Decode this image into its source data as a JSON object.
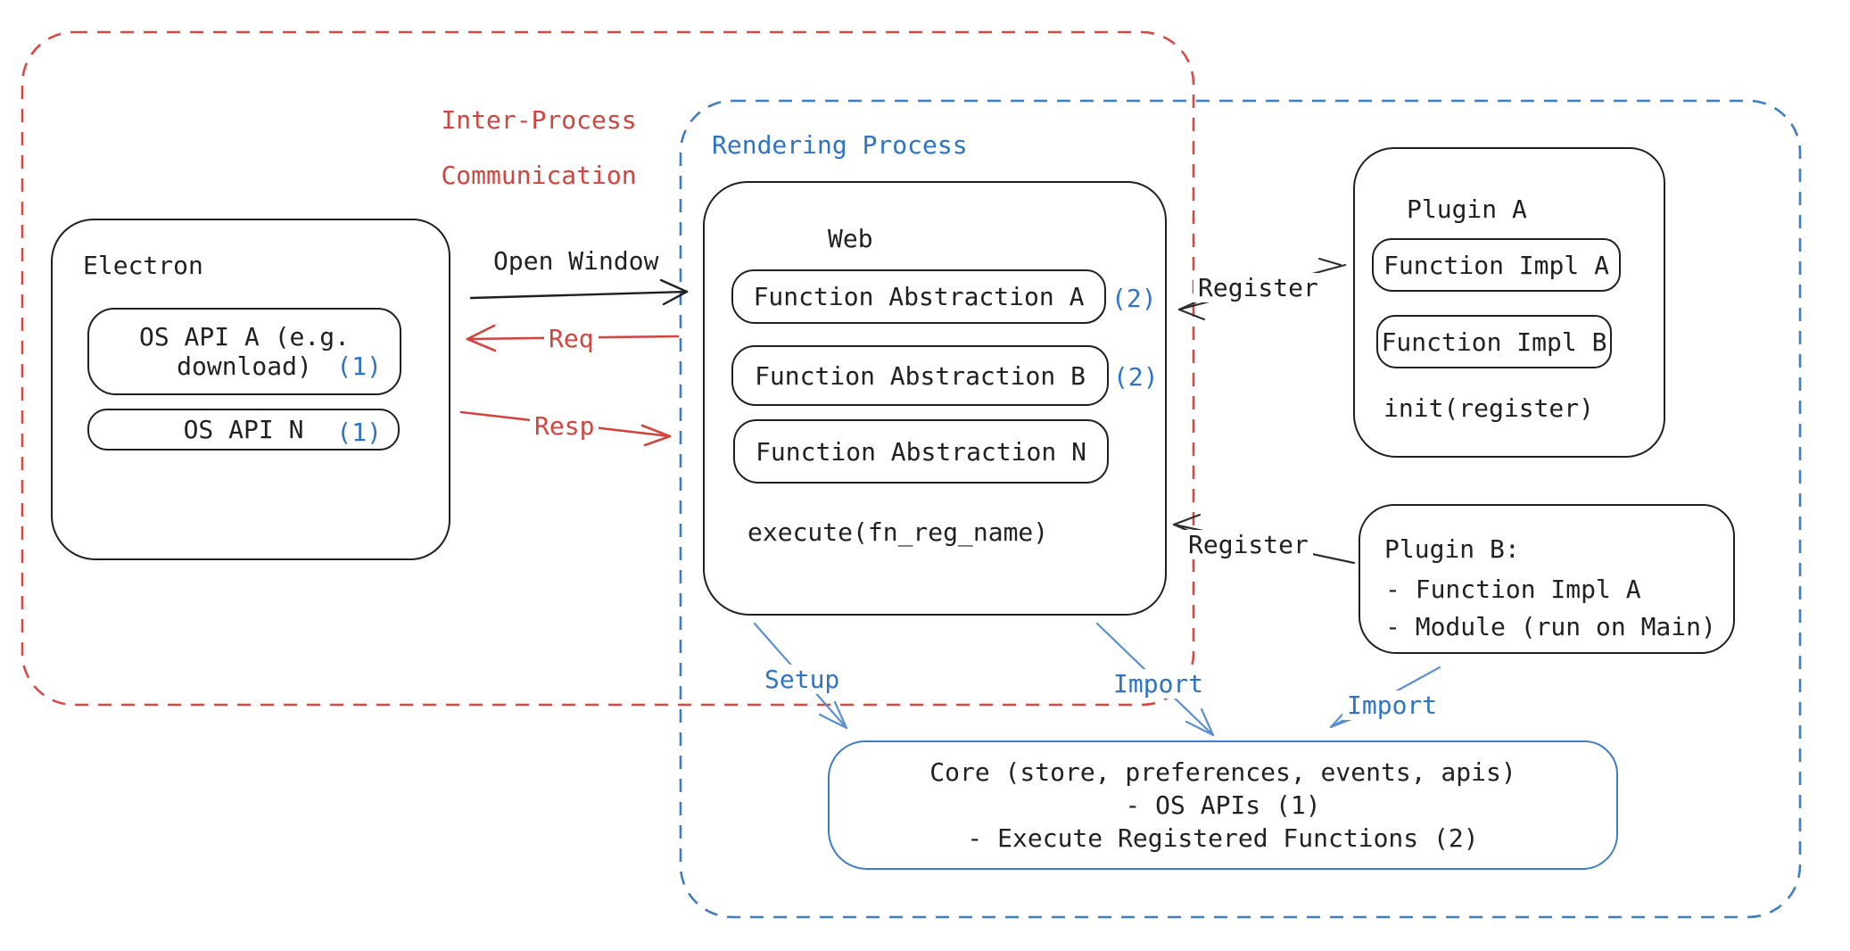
{
  "regions": {
    "ipc": {
      "label_line1": "Inter-Process",
      "label_line2": "Communication"
    },
    "rendering": {
      "label": "Rendering Process"
    }
  },
  "electron": {
    "title": "Electron",
    "os_api_a_line1": "OS API A (e.g.",
    "os_api_a_line2": "download)",
    "os_api_a_ref": "(1)",
    "os_api_n_label": "OS API N",
    "os_api_n_ref": "(1)"
  },
  "web": {
    "title": "Web",
    "fn_abstraction_a": "Function Abstraction A",
    "fn_abstraction_a_ref": "(2)",
    "fn_abstraction_b": "Function Abstraction B",
    "fn_abstraction_b_ref": "(2)",
    "fn_abstraction_n": "Function Abstraction N",
    "execute_label": "execute(fn_reg_name)"
  },
  "plugin_a": {
    "title": "Plugin A",
    "impl_a": "Function Impl A",
    "impl_b": "Function Impl B",
    "init_label": "init(register)"
  },
  "plugin_b": {
    "line1": "Plugin B:",
    "line2": "- Function Impl A",
    "line3": "- Module (run on Main)"
  },
  "core": {
    "line1": "Core (store, preferences, events, apis)",
    "line2": "- OS APIs (1)",
    "line3": "- Execute Registered Functions (2)"
  },
  "arrows": {
    "open_window": "Open Window",
    "req": "Req",
    "resp": "Resp",
    "register_top": "Register",
    "register_bottom": "Register",
    "setup": "Setup",
    "import_web": "Import",
    "import_plugin": "Import"
  },
  "colors": {
    "red": "#cf4540",
    "blue": "#2f74c0",
    "black": "#1f1f1f"
  }
}
